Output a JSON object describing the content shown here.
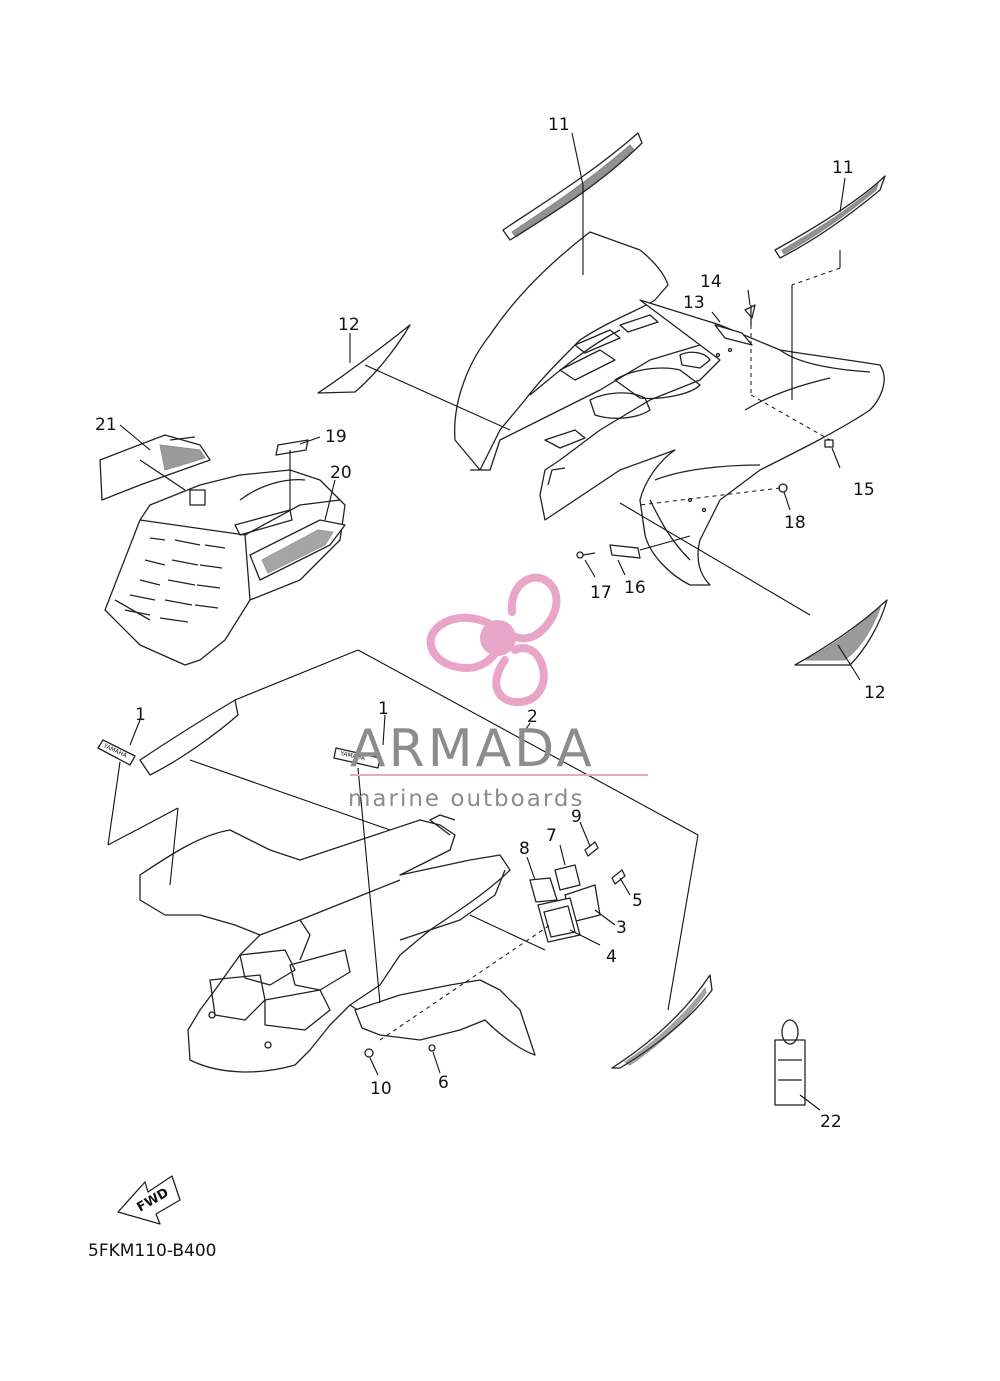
{
  "diagram_code": "5FKM110-B400",
  "watermark": {
    "brand": "ARMADA",
    "tagline": "marine outboards",
    "accent_color": "#e8a5c8",
    "line_color": "#e8a5c8"
  },
  "fwd_arrow": {
    "label": "FWD"
  },
  "callouts": {
    "c1a": "1",
    "c1b": "1",
    "c2": "2",
    "c3": "3",
    "c4": "4",
    "c5": "5",
    "c6": "6",
    "c7": "7",
    "c8": "8",
    "c9": "9",
    "c10": "10",
    "c11a": "11",
    "c11b": "11",
    "c12a": "12",
    "c12b": "12",
    "c13": "13",
    "c14": "14",
    "c15": "15",
    "c16": "16",
    "c17": "17",
    "c18": "18",
    "c19": "19",
    "c20": "20",
    "c21": "21",
    "c22": "22"
  }
}
